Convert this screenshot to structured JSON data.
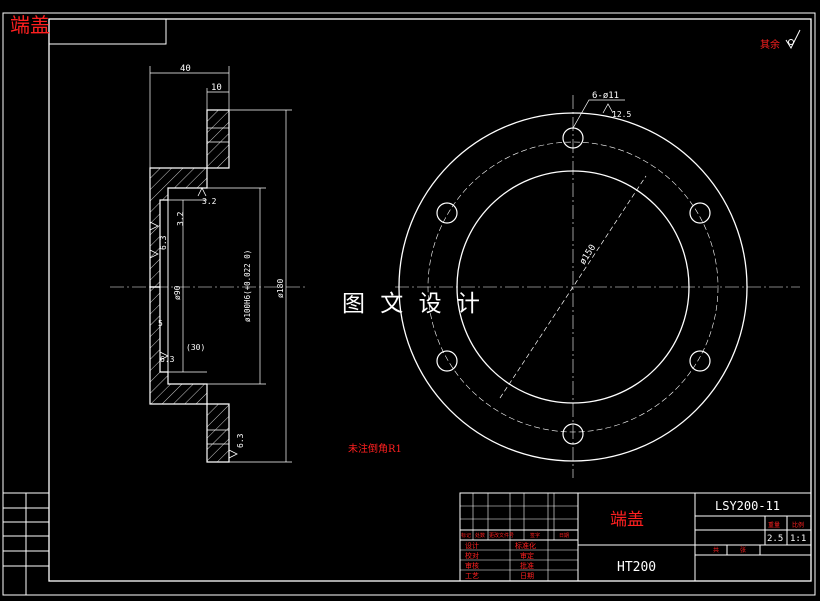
{
  "drawing": {
    "corner_title": "端盖",
    "surface_note": "其余",
    "chamfer_note": "未注倒角R1",
    "watermark": "图 文 设 计"
  },
  "section_view": {
    "dims": {
      "width_total": "40",
      "flange_width": "10",
      "dia_outer": "ø180",
      "dia_bore": "ø100H6(+0.022 0)",
      "dia_inner": "ø90",
      "depth": "(30)",
      "step": "5"
    },
    "roughness": [
      "3.2",
      "3.2",
      "6.3",
      "6.3",
      "6.3"
    ]
  },
  "front_view": {
    "holes_label": "6-ø11",
    "hole_roughness": "12.5",
    "pcd_label": "ø150"
  },
  "title_block": {
    "part_name": "端盖",
    "drawing_no": "LSY200-11",
    "material": "HT200",
    "scale_header_weight": "重量",
    "scale_header_ratio": "比例",
    "weight_value": "2.5",
    "scale_value": "1:1",
    "sheet_left": "共",
    "sheet_right": "张",
    "rev_headers": [
      "标记",
      "处数",
      "更改文件号",
      "签字",
      "日期"
    ],
    "sign_rows": [
      [
        "设计",
        "标准化"
      ],
      [
        "校对",
        "审定"
      ],
      [
        "审核",
        "批准"
      ],
      [
        "工艺",
        "日期"
      ]
    ]
  }
}
